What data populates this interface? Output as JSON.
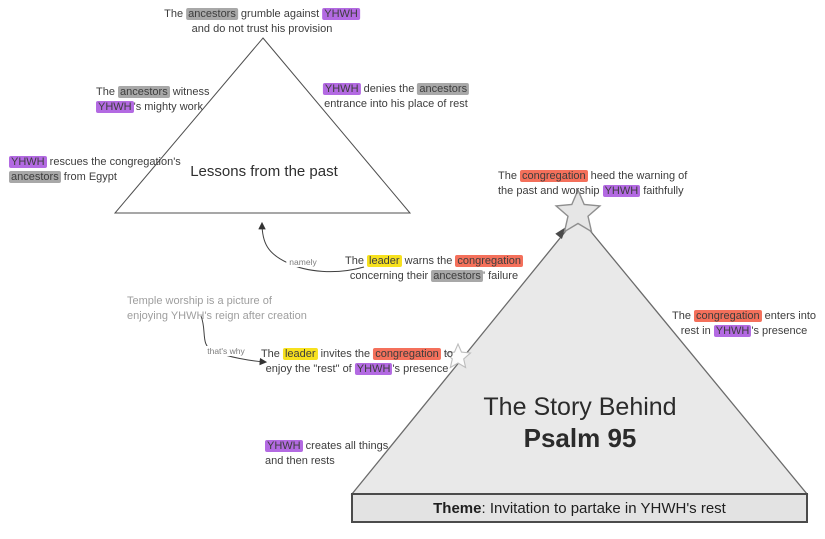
{
  "highlight_colors": {
    "purple": "#b36ae2",
    "gray": "#a8a8a8",
    "red": "#f4705b",
    "yellow": "#f7e11e"
  },
  "lessons_label": "Lessons from the past",
  "title": {
    "line1": "The Story Behind",
    "line2": "Psalm 95"
  },
  "theme": {
    "label": "Theme",
    "text": ": Invitation to partake in YHWH's rest"
  },
  "connector_labels": {
    "namely": "namely",
    "thats_why": "that's why"
  },
  "icons": {
    "peak_star": "star",
    "slope_star": "star"
  },
  "annotations": [
    {
      "name": "ancestors-grumble",
      "lines": [
        [
          {
            "t": "The "
          },
          {
            "t": "ancestors",
            "h": "gray"
          },
          {
            "t": " grumble against "
          },
          {
            "t": "YHWH",
            "h": "purple"
          }
        ],
        [
          {
            "t": "and do not trust his provision"
          }
        ]
      ]
    },
    {
      "name": "ancestors-witness",
      "lines": [
        [
          {
            "t": "The "
          },
          {
            "t": "ancestors",
            "h": "gray"
          },
          {
            "t": " witness"
          }
        ],
        [
          {
            "t": "YHWH",
            "h": "purple"
          },
          {
            "t": "'s mighty work"
          }
        ]
      ]
    },
    {
      "name": "yhwh-denies",
      "lines": [
        [
          {
            "t": "YHWH",
            "h": "purple"
          },
          {
            "t": " denies the "
          },
          {
            "t": "ancestors",
            "h": "gray"
          }
        ],
        [
          {
            "t": "entrance into his place of rest"
          }
        ]
      ]
    },
    {
      "name": "yhwh-rescues",
      "lines": [
        [
          {
            "t": "YHWH",
            "h": "purple"
          },
          {
            "t": " rescues the congregation's"
          }
        ],
        [
          {
            "t": "ancestors",
            "h": "gray"
          },
          {
            "t": " from Egypt"
          }
        ]
      ]
    },
    {
      "name": "congregation-heed",
      "lines": [
        [
          {
            "t": "The "
          },
          {
            "t": "congregation",
            "h": "red"
          },
          {
            "t": " heed the warning of"
          }
        ],
        [
          {
            "t": "the past and worship "
          },
          {
            "t": "YHWH",
            "h": "purple"
          },
          {
            "t": " faithfully"
          }
        ]
      ]
    },
    {
      "name": "leader-warns",
      "lines": [
        [
          {
            "t": "The "
          },
          {
            "t": "leader",
            "h": "yellow"
          },
          {
            "t": " warns the "
          },
          {
            "t": "congregation",
            "h": "red"
          }
        ],
        [
          {
            "t": "concerning their "
          },
          {
            "t": "ancestors",
            "h": "gray"
          },
          {
            "t": "' failure"
          }
        ]
      ]
    },
    {
      "name": "temple-worship-note",
      "lines": [
        [
          {
            "t": "Temple worship is a picture of"
          }
        ],
        [
          {
            "t": "enjoying YHWH's reign after creation"
          }
        ]
      ]
    },
    {
      "name": "leader-invites",
      "lines": [
        [
          {
            "t": "The "
          },
          {
            "t": "leader",
            "h": "yellow"
          },
          {
            "t": " invites the "
          },
          {
            "t": "congregation",
            "h": "red"
          },
          {
            "t": " to"
          }
        ],
        [
          {
            "t": "enjoy the \"rest\" of "
          },
          {
            "t": "YHWH",
            "h": "purple"
          },
          {
            "t": "'s presence"
          }
        ]
      ]
    },
    {
      "name": "congregation-enters",
      "lines": [
        [
          {
            "t": "The "
          },
          {
            "t": "congregation",
            "h": "red"
          },
          {
            "t": " enters into"
          }
        ],
        [
          {
            "t": "rest in "
          },
          {
            "t": "YHWH",
            "h": "purple"
          },
          {
            "t": "'s presence"
          }
        ]
      ]
    },
    {
      "name": "yhwh-creates",
      "lines": [
        [
          {
            "t": "YHWH",
            "h": "purple"
          },
          {
            "t": " creates all things"
          }
        ],
        [
          {
            "t": "and then rests"
          }
        ]
      ]
    }
  ]
}
